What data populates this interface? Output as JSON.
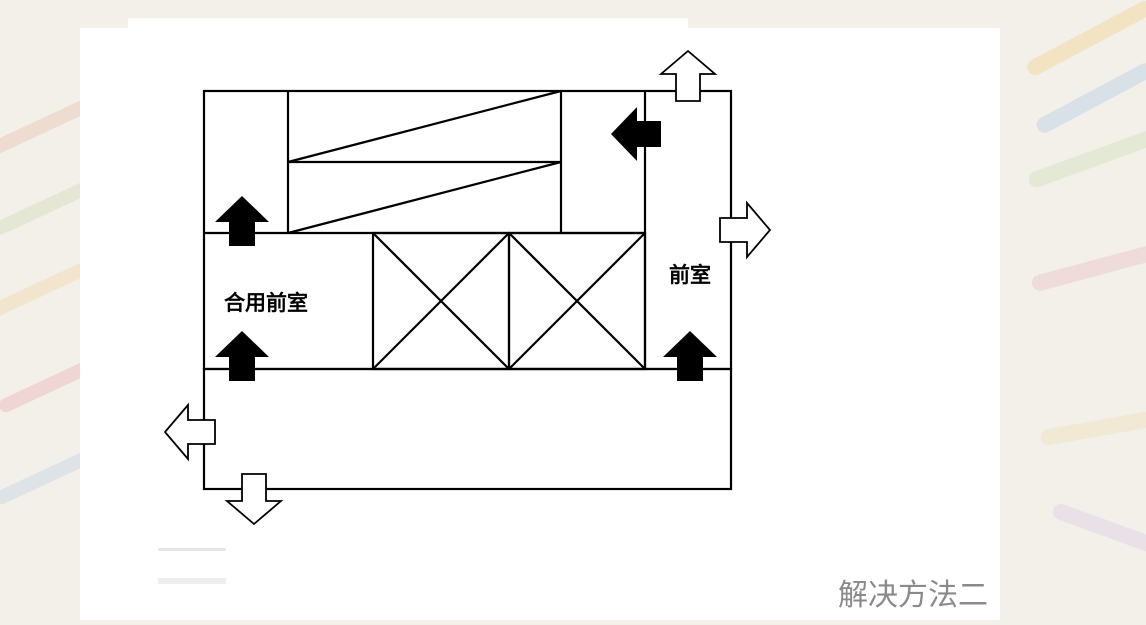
{
  "labels": {
    "shared_vestibule": "合用前室",
    "vestibule": "前室"
  },
  "caption": "解决方法二",
  "icons": {
    "hollow_arrow": "hollow-arrow-icon",
    "solid_arrow": "solid-arrow-icon"
  },
  "colors": {
    "line": "#000000",
    "paper": "#ffffff",
    "caption": "#8a8a8a"
  }
}
